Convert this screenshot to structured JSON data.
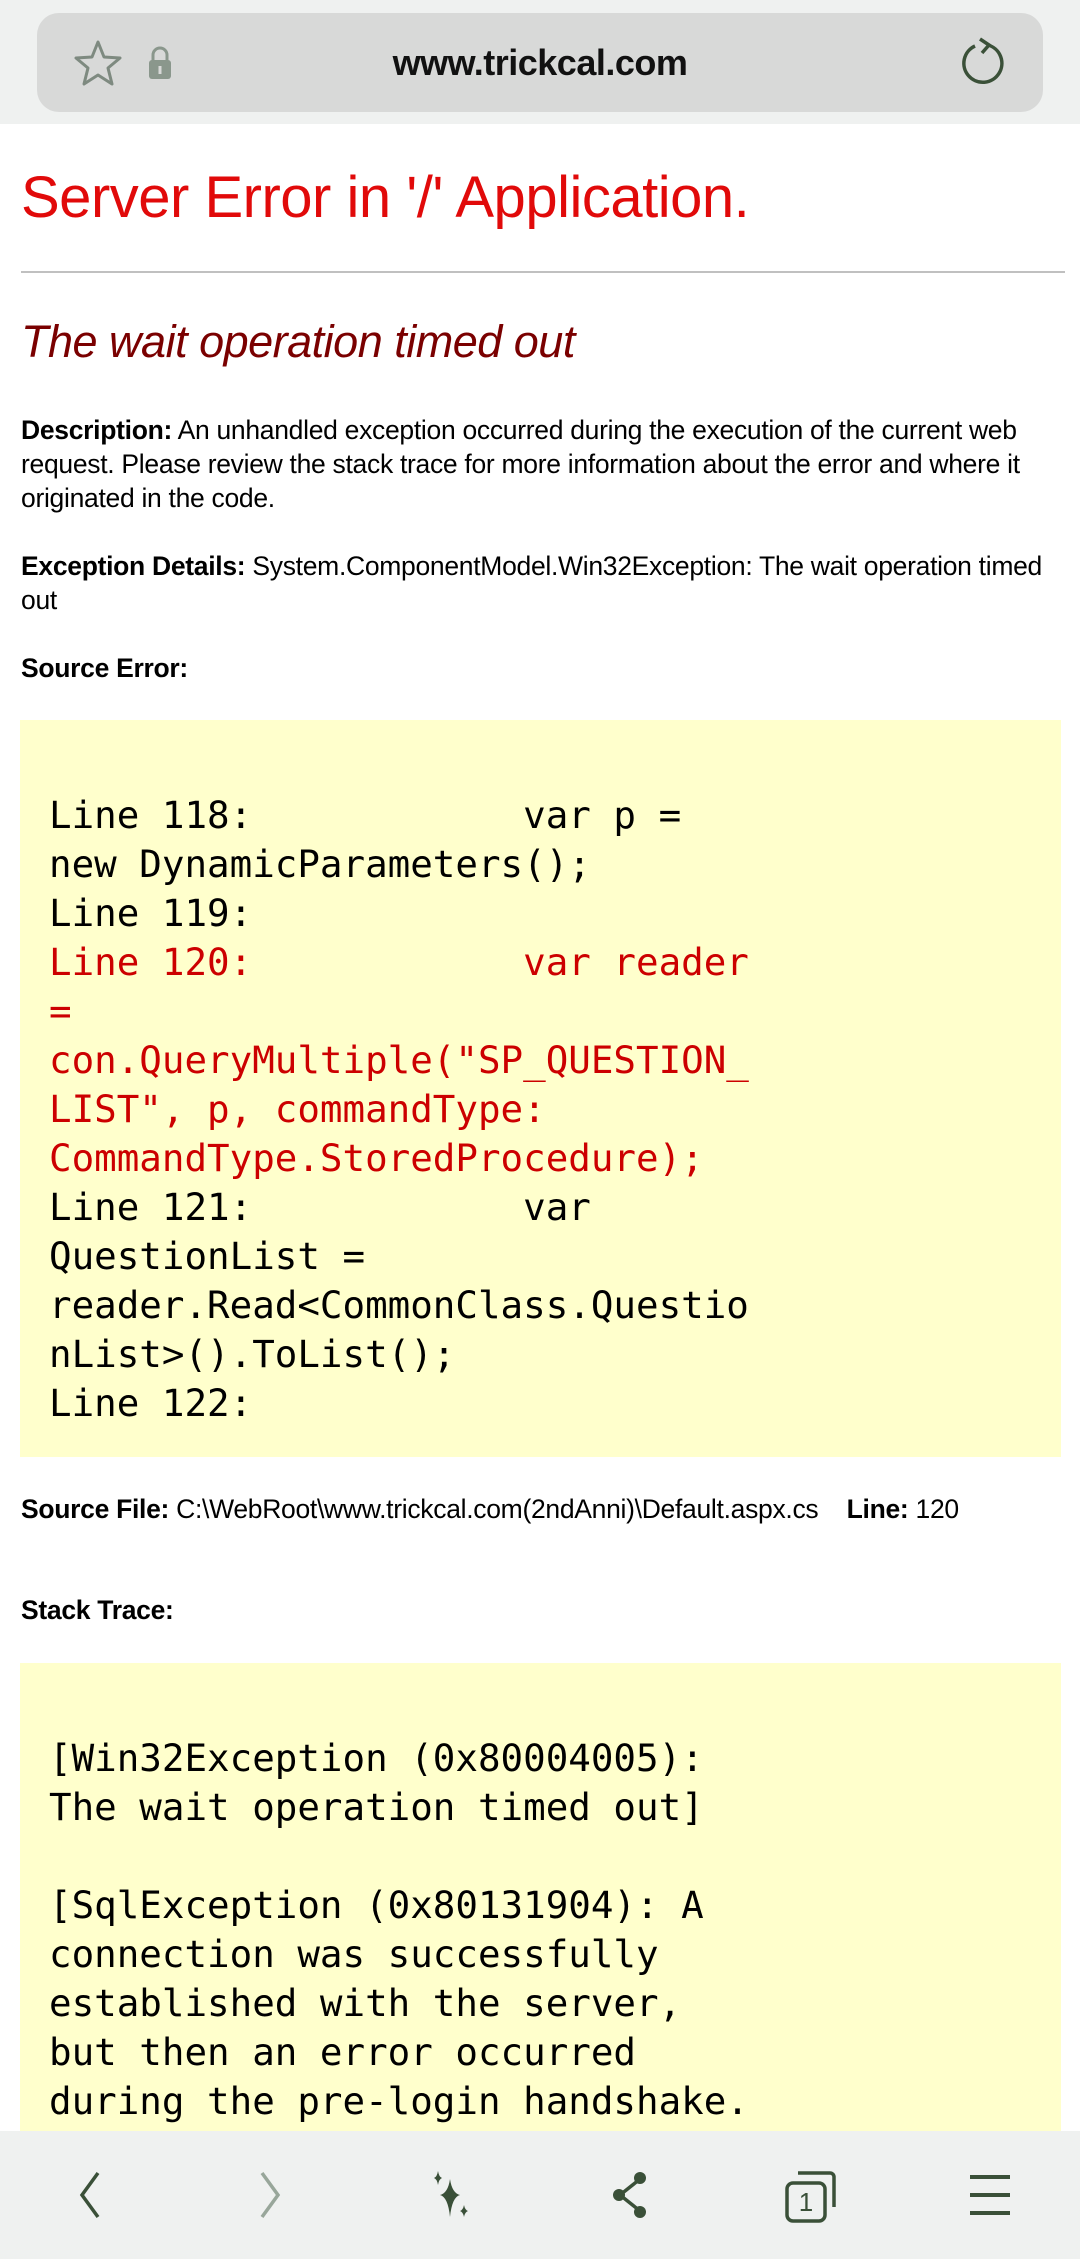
{
  "browser": {
    "url": "www.trickcal.com",
    "tab_count": "1",
    "icons": [
      "star-icon",
      "lock-icon",
      "reload-icon",
      "back-icon",
      "forward-icon",
      "sparkle-icon",
      "share-icon",
      "tabs-icon",
      "menu-icon"
    ]
  },
  "page": {
    "title": "Server Error in '/' Application.",
    "subtitle": "The wait operation timed out",
    "description_label": "Description:",
    "description_text": " An unhandled exception occurred during the execution of the current web request. Please review the stack trace for more information about the error and where it originated in the code.",
    "exception_label": "Exception Details:",
    "exception_text": " System.ComponentModel.Win32Exception: The wait operation timed out",
    "source_error_label": "Source Error:",
    "source_lines": [
      {
        "text": "Line 118:            var p =",
        "error": false
      },
      {
        "text": "new DynamicParameters();",
        "error": false
      },
      {
        "text": "Line 119:",
        "error": false
      },
      {
        "text": "Line 120:            var reader",
        "error": true
      },
      {
        "text": "=",
        "error": true
      },
      {
        "text": "con.QueryMultiple(\"SP_QUESTION_",
        "error": true
      },
      {
        "text": "LIST\", p, commandType:",
        "error": true
      },
      {
        "text": "CommandType.StoredProcedure);",
        "error": true
      },
      {
        "text": "Line 121:            var",
        "error": false
      },
      {
        "text": "QuestionList =",
        "error": false
      },
      {
        "text": "reader.Read<CommonClass.Questio",
        "error": false
      },
      {
        "text": "nList>().ToList();",
        "error": false
      },
      {
        "text": "Line 122:",
        "error": false
      }
    ],
    "source_file_label": "Source File:",
    "source_file_path": " C:\\WebRoot\\www.trickcal.com(2ndAnni)\\Default.aspx.cs",
    "line_label": "Line:",
    "line_number": "120",
    "stack_trace_label": "Stack Trace:",
    "stack_lines": [
      "[Win32Exception (0x80004005):",
      "The wait operation timed out]",
      "",
      "[SqlException (0x80131904): A",
      "connection was successfully",
      "established with the server,",
      "but then an error occurred",
      "during the pre-login handshake."
    ],
    "colors": {
      "title": "#e10a0a",
      "subtitle": "#7a0000",
      "error_line": "#cc0000",
      "code_bg": "#ffffcc"
    }
  }
}
